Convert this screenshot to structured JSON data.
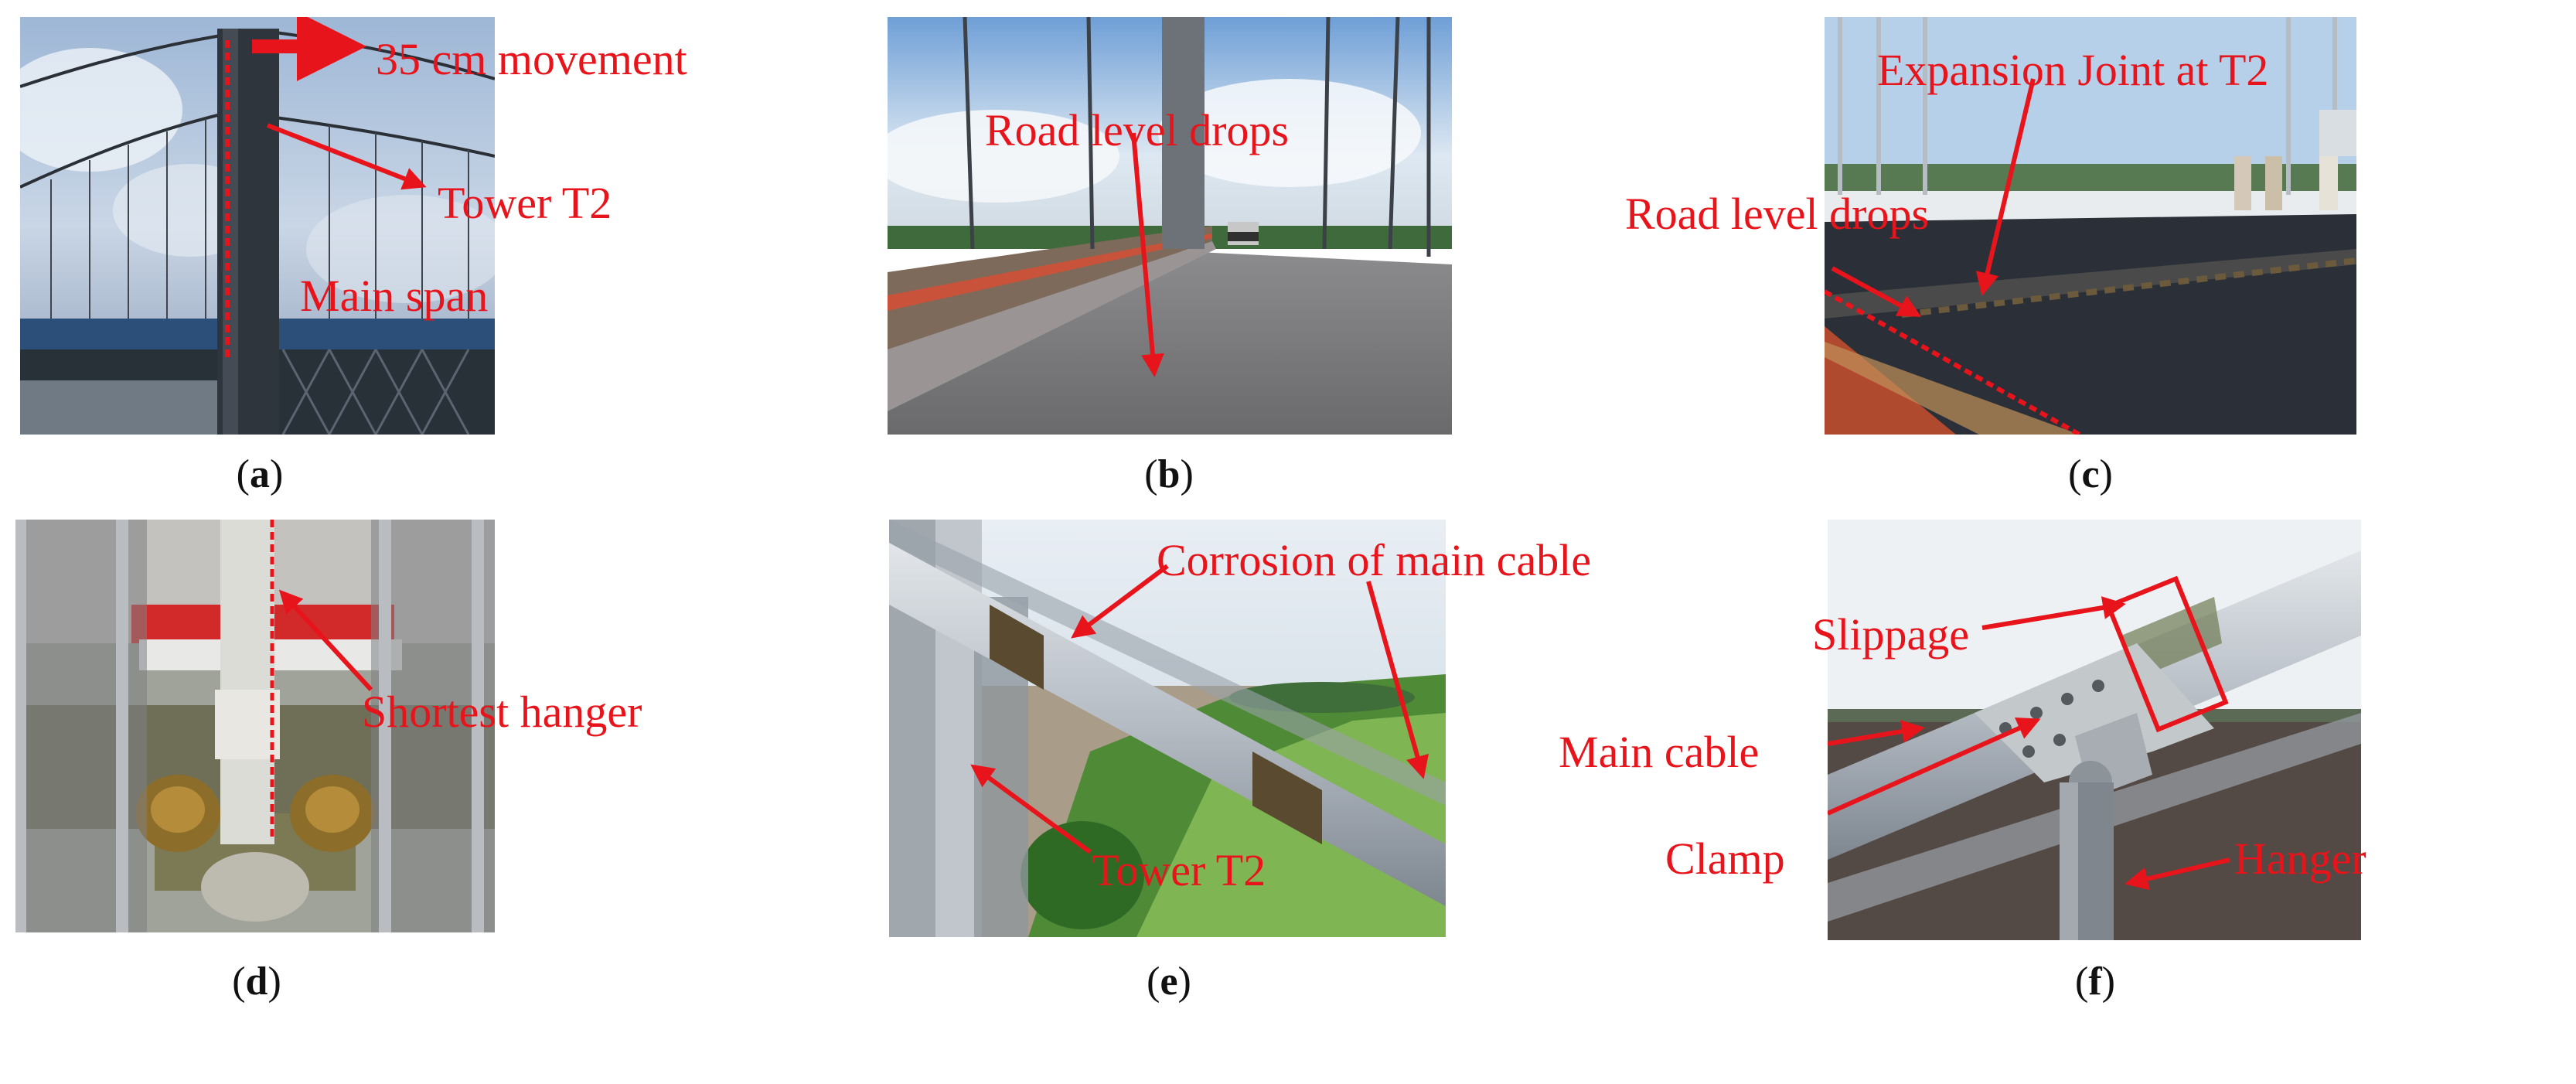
{
  "panels": {
    "a": {
      "caption_letter": "a",
      "labels": {
        "movement": "35 cm movement",
        "tower": "Tower T2",
        "main_span": "Main span"
      }
    },
    "b": {
      "caption_letter": "b",
      "labels": {
        "road_level": "Road level drops"
      }
    },
    "c": {
      "caption_letter": "c",
      "labels": {
        "expansion_joint": "Expansion Joint at T2",
        "road_level": "Road level drops"
      }
    },
    "d": {
      "caption_letter": "d",
      "labels": {
        "hanger": "Shortest hanger"
      }
    },
    "e": {
      "caption_letter": "e",
      "labels": {
        "corrosion": "Corrosion of main cable",
        "tower": "Tower T2"
      }
    },
    "f": {
      "caption_letter": "f",
      "labels": {
        "slippage": "Slippage",
        "main_cable": "Main cable",
        "clamp": "Clamp",
        "hanger": "Hanger"
      }
    }
  },
  "colors": {
    "annotation": "#e8141b"
  }
}
